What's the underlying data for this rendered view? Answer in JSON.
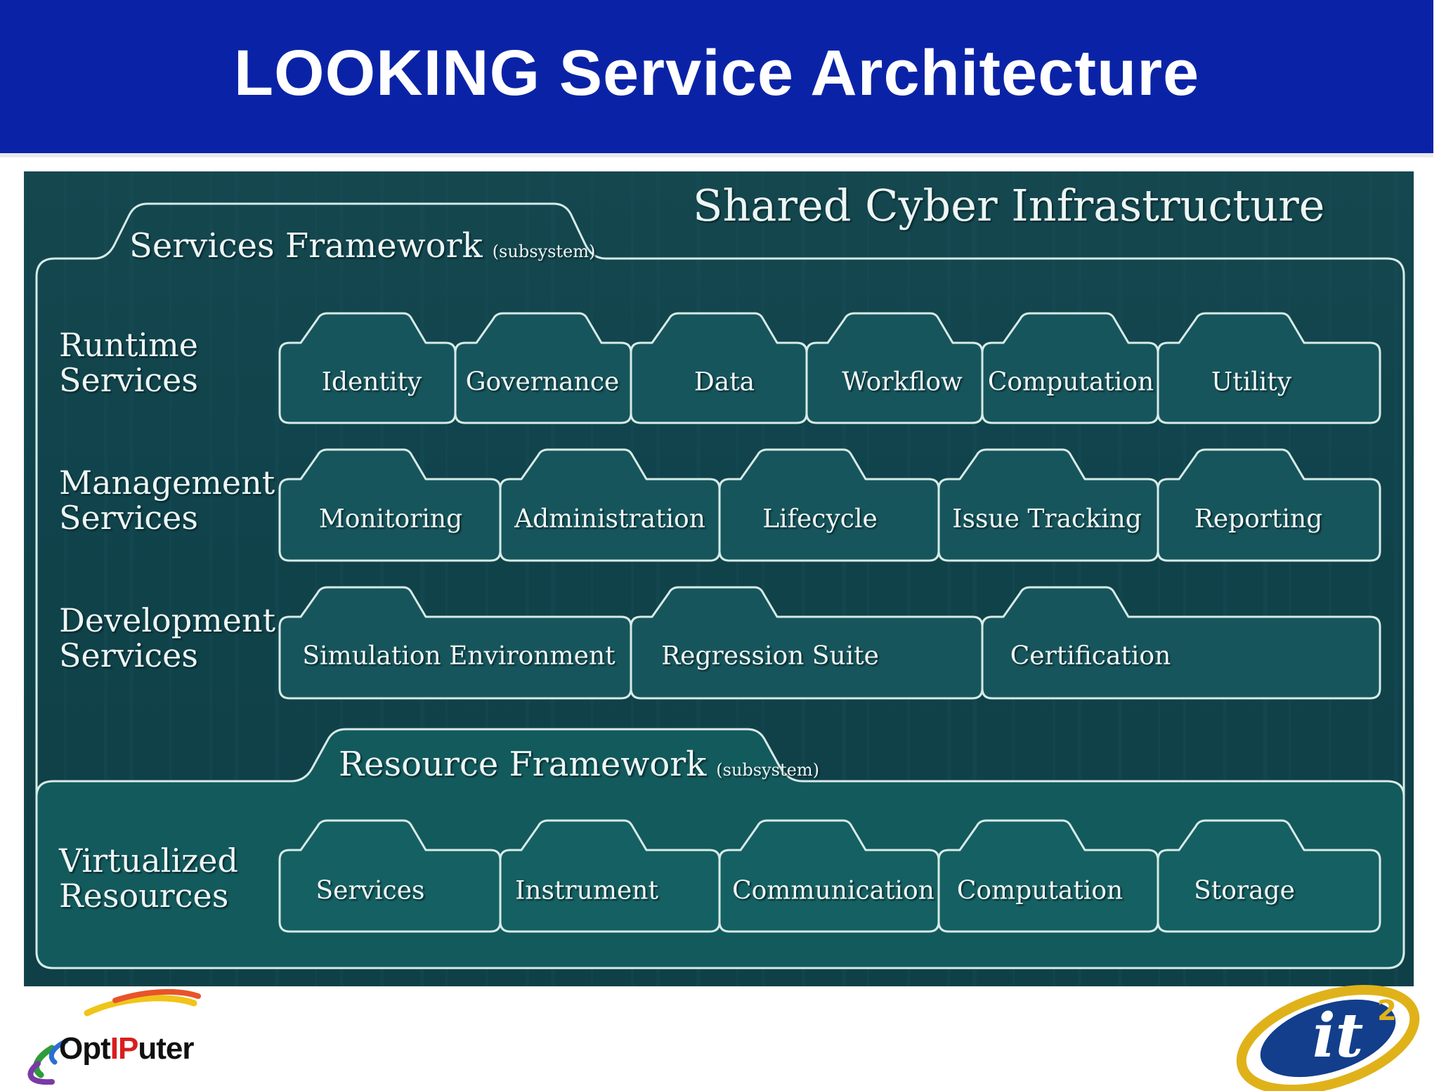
{
  "slide_title": "LOOKING Service Architecture",
  "diagram": {
    "title": "Shared Cyber Infrastructure",
    "services_framework": {
      "title": "Services Framework",
      "sub": "(subsystem)"
    },
    "resource_framework": {
      "title": "Resource Framework",
      "sub": "(subsystem)"
    },
    "rows": [
      {
        "label_line1": "Runtime",
        "label_line2": "Services",
        "tabs": [
          "Identity",
          "Governance",
          "Data",
          "Workflow",
          "Computation",
          "Utility"
        ]
      },
      {
        "label_line1": "Management",
        "label_line2": "Services",
        "tabs": [
          "Monitoring",
          "Administration",
          "Lifecycle",
          "Issue Tracking",
          "Reporting"
        ]
      },
      {
        "label_line1": "Development",
        "label_line2": "Services",
        "tabs": [
          "Simulation Environment",
          "Regression Suite",
          "Certification"
        ]
      },
      {
        "label_line1": "Virtualized",
        "label_line2": "Resources",
        "tabs": [
          "Services",
          "Instrument",
          "Communication",
          "Computation",
          "Storage"
        ]
      }
    ]
  },
  "logos": {
    "left_text_a": "Opt",
    "left_text_b": "IP",
    "left_text_c": "uter",
    "right_text": "it",
    "right_sup": "2"
  },
  "colors": {
    "header": "#0a23a6",
    "panel": "#10434b",
    "tab_fill": "#17555c",
    "tab_fill_resource": "#156062",
    "outline": "#d7ebe8"
  }
}
